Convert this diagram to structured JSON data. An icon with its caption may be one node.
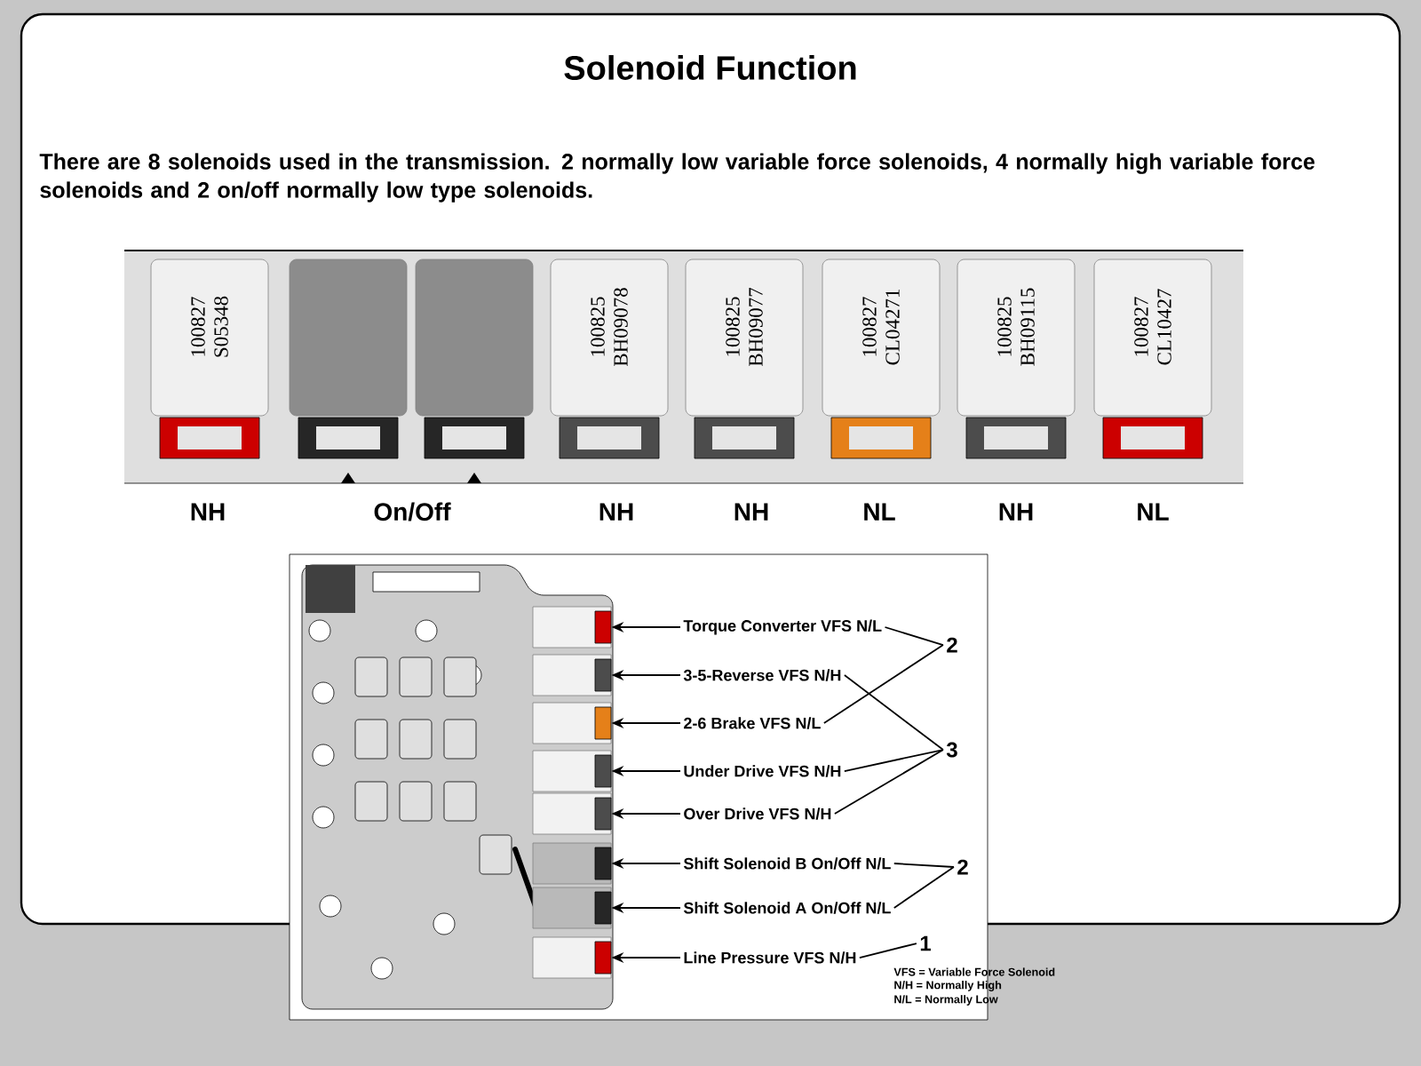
{
  "diagram": {
    "title": "Solenoid Function",
    "nodes": [
      {
        "text": [
          "100827 S05348"
        ]
      },
      {
        "text": [],
        "shape": "box"
      },
      {
        "text": [],
        "shape": "box"
      },
      {
        "text": [
          "100825 BH09078"
        ]
      },
      {
        "text": [
          "100825 BH09077"
        ]
      },
      {
        "text": [
          "100827 CL04271"
        ]
      },
      {
        "text": [
          "100825 BH09115"
        ]
      },
      {
        "text": [
          "100827 CL10427"
        ]
      },
      {
        "text": [],
        "shape": "box"
      },
      {
        "text": [],
        "shape": "box"
      },
      {
        "text": [],
        "shape": "box"
      },
      {
        "text": [],
        "shape": "box"
      },
      {
        "text": [],
        "shape": "box"
      },
      {
        "text": [],
        "shape": "box"
      },
      {
        "text": [],
        "shape": "box"
      },
      {
        "text": [],
        "shape": "box"
      },
      {
        "text": [
          "Torque Converter VFS N/L"
        ]
      },
      {
        "text": [
          "3-5-Reverse VFS N/H"
        ]
      },
      {
        "text": [
          "2-6 Brake VFS N/L"
        ]
      },
      {
        "text": [
          "Under Drive VFS N/H"
        ]
      },
      {
        "text": [
          "Over Drive VFS N/H"
        ]
      },
      {
        "text": [
          "Shift Solenoid B On/Off N/L"
        ]
      },
      {
        "text": [
          "Shift Solenoid A On/Off N/L"
        ]
      },
      {
        "text": [
          "Line Pressure VFS N/H"
        ]
      },
      {
        "text": [
          "2"
        ]
      },
      {
        "text": [
          "3"
        ]
      },
      {
        "text": [
          "2"
        ]
      },
      {
        "text": [
          "1"
        ]
      }
    ],
    "edges": [
      {
        "from": 16,
        "to": 8,
        "arrow": "to"
      },
      {
        "from": 17,
        "to": 9,
        "arrow": "to"
      },
      {
        "from": 18,
        "to": 10,
        "arrow": "to"
      },
      {
        "from": 19,
        "to": 11,
        "arrow": "to"
      },
      {
        "from": 20,
        "to": 12,
        "arrow": "to"
      },
      {
        "from": 21,
        "to": 13,
        "arrow": "to"
      },
      {
        "from": 22,
        "to": 14,
        "arrow": "to"
      },
      {
        "from": 23,
        "to": 15,
        "arrow": "to"
      },
      {
        "from": 16,
        "to": 24,
        "arrow": "none"
      },
      {
        "from": 18,
        "to": 24,
        "arrow": "none"
      },
      {
        "from": 17,
        "to": 25,
        "arrow": "none"
      },
      {
        "from": 19,
        "to": 25,
        "arrow": "none"
      },
      {
        "from": 20,
        "to": 25,
        "arrow": "none"
      },
      {
        "from": 21,
        "to": 26,
        "arrow": "none"
      },
      {
        "from": 22,
        "to": 26,
        "arrow": "none"
      },
      {
        "from": 23,
        "to": 27,
        "arrow": "none"
      }
    ],
    "labels": [
      "There are 8 solenoids used in the transmission. 2 normally low variable force solenoids, 4 normally high variable force solenoids and 2 on/off normally low type solenoids.",
      "NH",
      "On/Off",
      "NH",
      "NH",
      "NL",
      "NH",
      "NL",
      "VFS = Variable Force Solenoid",
      "N/H = Normally High",
      "N/L = Normally Low"
    ]
  }
}
